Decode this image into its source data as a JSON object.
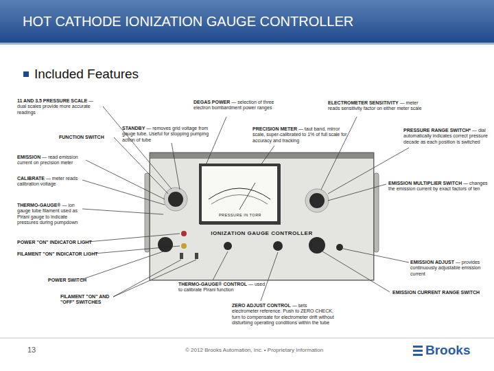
{
  "diagram": {
    "title": "HOT CATHODE IONIZATION GAUGE CONTROLLER",
    "nodes": [
      {
        "text": [
          "IONIZATION GAUGE CONTROLLER"
        ]
      },
      {
        "text": [
          "PRESSURE IN TORR"
        ],
        "in": 0
      }
    ],
    "labels": [
      "Included Features",
      "11 AND 3.5 PRESSURE SCALE",
      "— dual scales provide more accurate readings",
      "DEGAS POWER",
      "— selection of three electron bombardment power ranges",
      "ELECTROMETER SENSITIVITY",
      "— meter reads sensitivity factor on either meter scale",
      "STANDBY",
      "— removes grid voltage from gauge tube. Useful for stopping pumping action of tube",
      "PRECISION METER",
      "— taut band, mirror scale, super-calibrated to 1% of full scale for accuracy and tracking",
      "PRESSURE RANGE SWITCH*",
      "— dial automatically indicates correct pressure decade as each position is switched",
      "FUNCTION SWITCH",
      "EMISSION",
      "— read emission current on precision meter",
      "CALIBRATE",
      "— meter reads calibration voltage",
      "EMISSION MULTIPLIER SWITCH",
      "— changes the emission current by exact factors of ten",
      "THERMO-GAUGE®",
      "— ion gauge tube filament used as Pirani gauge to indicate pressures during pumpdown",
      "POWER \"ON\" INDICATOR LIGHT",
      "FILAMENT \"ON\" INDICATOR LIGHT",
      "EMISSION ADJUST",
      "— provides continuously adjustable emission current",
      "POWER SWITCH",
      "THERMO-GAUGE® CONTROL",
      "— used to calibrate Pirani function",
      "EMISSION CURRENT RANGE SWITCH",
      "FILAMENT \"ON\" AND \"OFF\" SWITCHES",
      "ZERO ADJUST CONTROL",
      "— sets electrometer reference. Push to ZERO CHECK, turn to compensate for electrometer drift without disturbing operating conditions within the tube",
      "13",
      "© 2012 Brooks Automation, Inc. • Proprietary Information",
      "Brooks"
    ]
  }
}
